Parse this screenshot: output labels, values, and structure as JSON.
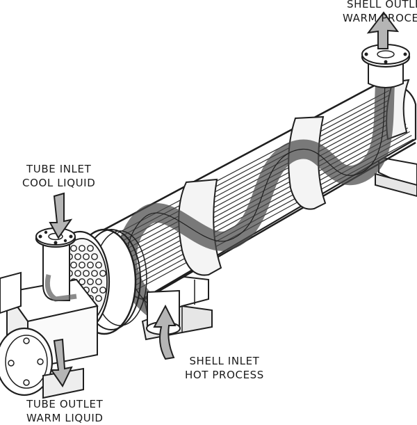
{
  "diagram": {
    "labels": {
      "shell_outlet": [
        "SHELL OUTLET",
        "WARM PROCESS"
      ],
      "tube_inlet": [
        "TUBE INLET",
        "COOL LIQUID"
      ],
      "shell_inlet": [
        "SHELL INLET",
        "HOT PROCESS"
      ],
      "tube_outlet": [
        "TUBE OUTLET",
        "WARM LIQUID"
      ]
    },
    "colors": {
      "line": "#1f1f1f",
      "body_fill": "#ffffff",
      "flow_band": "#4a4a4a",
      "arrow_fill": "#b5b5b5",
      "tube_fill": "#f2f2f2"
    }
  }
}
